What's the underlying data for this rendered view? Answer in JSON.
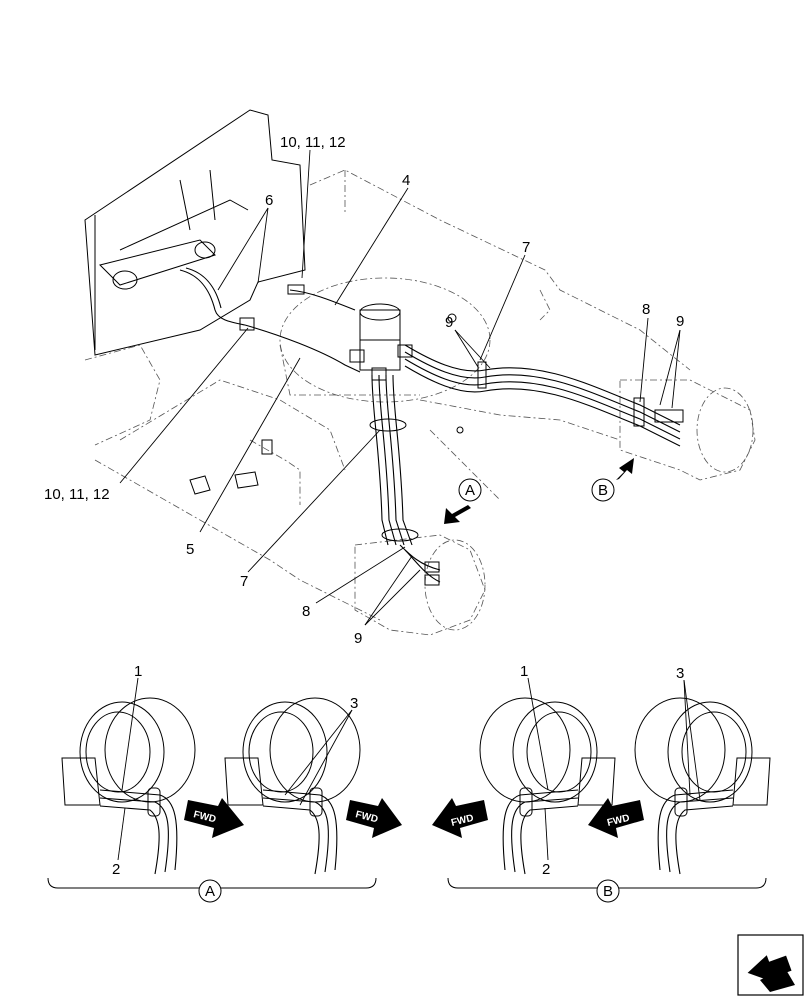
{
  "callouts": {
    "c_10_11_12_top": "10, 11, 12",
    "c_4": "4",
    "c_6": "6",
    "c_7_top": "7",
    "c_9_mid": "9",
    "c_8_right": "8",
    "c_9_right": "9",
    "c_10_11_12_left": "10, 11, 12",
    "c_5": "5",
    "c_7_bottom": "7",
    "c_8_bottom": "8",
    "c_9_bottom": "9"
  },
  "view_markers": {
    "a": "A",
    "b": "B"
  },
  "details": {
    "a_label": "A",
    "b_label": "B",
    "a_c1": "1",
    "a_c2": "2",
    "a_c3": "3",
    "b_c1": "1",
    "b_c2": "2",
    "b_c3": "3",
    "fwd": "FWD"
  },
  "nav_icon": "next-page-arrow-icon"
}
